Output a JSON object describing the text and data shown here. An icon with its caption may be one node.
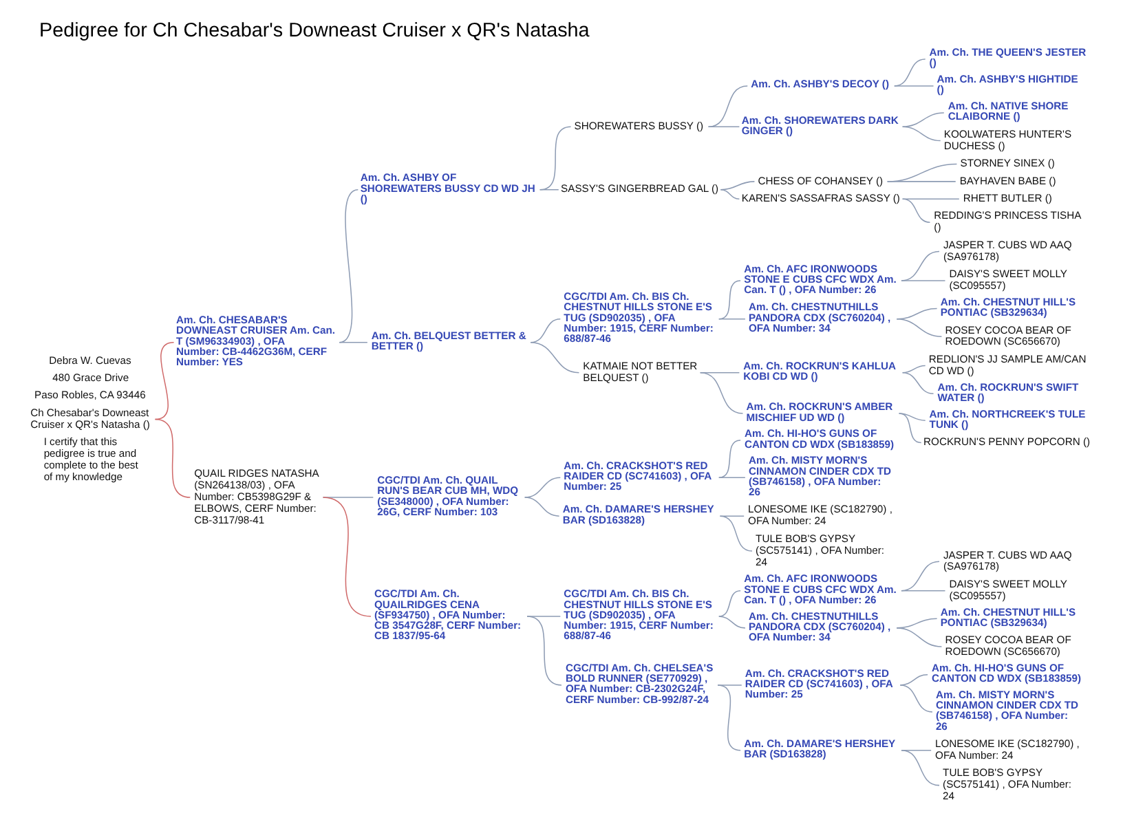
{
  "diagram": {
    "title": "Pedigree for Ch Chesabar's Downeast Cruiser x QR's Natasha",
    "nodes": [
      {
        "text": [
          "Am. Ch. THE QUEEN'S JESTER ()"
        ]
      },
      {
        "text": [
          "Am. Ch. ASHBY'S DECOY ()"
        ]
      },
      {
        "text": [
          "Am. Ch. ASHBY'S HIGHTIDE ()"
        ]
      },
      {
        "text": [
          "SHOREWATERS BUSSY ()"
        ]
      },
      {
        "text": [
          "Am. Ch. NATIVE SHORE CLAIBORNE ()"
        ]
      },
      {
        "text": [
          "Am. Ch. SHOREWATERS DARK GINGER ()"
        ]
      },
      {
        "text": [
          "KOOLWATERS HUNTER'S DUCHESS ()"
        ]
      },
      {
        "text": [
          "Am. Ch. ASHBY OF SHOREWATERS BUSSY CD WD JH ()"
        ]
      },
      {
        "text": [
          "STORNEY SINEX ()"
        ]
      },
      {
        "text": [
          "CHESS OF COHANSEY ()"
        ]
      },
      {
        "text": [
          "BAYHAVEN BABE ()"
        ]
      },
      {
        "text": [
          "SASSY'S GINGERBREAD GAL ()"
        ]
      },
      {
        "text": [
          "RHETT BUTLER ()"
        ]
      },
      {
        "text": [
          "KAREN'S SASSAFRAS SASSY ()"
        ]
      },
      {
        "text": [
          "REDDING'S PRINCESS TISHA ()"
        ]
      },
      {
        "text": [
          "Am. Ch. CHESABAR'S DOWNEAST CRUISER Am. Can. T (SM96334903) , OFA Number: CB-4462G36M, CERF Number: YES"
        ]
      },
      {
        "text": [
          "JASPER T. CUBS WD AAQ (SA976178)"
        ]
      },
      {
        "text": [
          "Am. Ch. AFC IRONWOODS STONE E CUBS CFC WDX Am. Can. T () , OFA Number: 26"
        ]
      },
      {
        "text": [
          "DAISY'S SWEET MOLLY (SC095557)"
        ]
      },
      {
        "text": [
          "CGC/TDI Am. Ch. BIS Ch. CHESTNUT HILLS STONE E'S TUG (SD902035) , OFA Number: 1915, CERF Number: 688/87-46"
        ]
      },
      {
        "text": [
          "Am. Ch. CHESTNUT HILL'S PONTIAC (SB329634)"
        ]
      },
      {
        "text": [
          "Am. Ch. CHESTNUTHILLS PANDORA CDX (SC760204) , OFA Number: 34"
        ]
      },
      {
        "text": [
          "ROSEY COCOA BEAR OF ROEDOWN (SC656670)"
        ]
      },
      {
        "text": [
          "Am. Ch. BELQUEST BETTER & BETTER ()"
        ]
      },
      {
        "text": [
          "REDLION'S JJ SAMPLE AM/CAN CD WD ()"
        ]
      },
      {
        "text": [
          "Am. Ch. ROCKRUN'S KAHLUA KOBI CD WD ()"
        ]
      },
      {
        "text": [
          "Am. Ch. ROCKRUN'S SWIFT WATER ()"
        ]
      },
      {
        "text": [
          "KATMAIE NOT BETTER BELQUEST ()"
        ]
      },
      {
        "text": [
          "Am. Ch. NORTHCREEK'S TULE TUNK ()"
        ]
      },
      {
        "text": [
          "Am. Ch. ROCKRUN'S AMBER MISCHIEF UD WD ()"
        ]
      },
      {
        "text": [
          "ROCKRUN'S PENNY POPCORN ()"
        ]
      },
      {
        "text": [
          "Ch Chesabar's Downeast Cruiser x QR's Natasha ()"
        ]
      },
      {
        "text": [
          "Am. Ch. HI-HO'S GUNS OF CANTON CD WDX (SB183859)"
        ]
      },
      {
        "text": [
          "Am. Ch. CRACKSHOT'S RED RAIDER CD (SC741603) , OFA Number: 25"
        ]
      },
      {
        "text": [
          "Am. Ch. MISTY MORN'S CINNAMON CINDER CDX TD (SB746158) , OFA Number: 26"
        ]
      },
      {
        "text": [
          "CGC/TDI Am. Ch. QUAIL RUN'S BEAR CUB MH, WDQ (SE348000) , OFA Number: 26G, CERF Number: 103"
        ]
      },
      {
        "text": [
          "LONESOME IKE (SC182790) , OFA Number: 24"
        ]
      },
      {
        "text": [
          "Am. Ch. DAMARE'S HERSHEY BAR (SD163828)"
        ]
      },
      {
        "text": [
          "TULE BOB'S GYPSY (SC575141) , OFA Number: 24"
        ]
      },
      {
        "text": [
          "QUAIL RIDGES NATASHA (SN264138/03) , OFA Number: CB5398G29F & ELBOWS, CERF Number: CB-3117/98-41"
        ]
      },
      {
        "text": [
          "JASPER T. CUBS WD AAQ (SA976178)"
        ]
      },
      {
        "text": [
          "Am. Ch. AFC IRONWOODS STONE E CUBS CFC WDX Am. Can. T () , OFA Number: 26"
        ]
      },
      {
        "text": [
          "DAISY'S SWEET MOLLY (SC095557)"
        ]
      },
      {
        "text": [
          "CGC/TDI Am. Ch. BIS Ch. CHESTNUT HILLS STONE E'S TUG (SD902035) , OFA Number: 1915, CERF Number: 688/87-46"
        ]
      },
      {
        "text": [
          "Am. Ch. CHESTNUT HILL'S PONTIAC (SB329634)"
        ]
      },
      {
        "text": [
          "Am. Ch. CHESTNUTHILLS PANDORA CDX (SC760204) , OFA Number: 34"
        ]
      },
      {
        "text": [
          "ROSEY COCOA BEAR OF ROEDOWN (SC656670)"
        ]
      },
      {
        "text": [
          "CGC/TDI Am. Ch. QUAILRIDGES CENA (SF934750) , OFA Number: CB 3547G28F, CERF Number: CB 1837/95-64"
        ]
      },
      {
        "text": [
          "Am. Ch. HI-HO'S GUNS OF CANTON CD WDX (SB183859)"
        ]
      },
      {
        "text": [
          "Am. Ch. CRACKSHOT'S RED RAIDER CD (SC741603) , OFA Number: 25"
        ]
      },
      {
        "text": [
          "Am. Ch. MISTY MORN'S CINNAMON CINDER CDX TD (SB746158) , OFA Number: 26"
        ]
      },
      {
        "text": [
          "CGC/TDI Am. Ch. CHELSEA'S BOLD RUNNER (SE770929) , OFA Number: CB-2302G24F, CERF Number: CB-992/87-24"
        ]
      },
      {
        "text": [
          "LONESOME IKE (SC182790) , OFA Number: 24"
        ]
      },
      {
        "text": [
          "Am. Ch. DAMARE'S HERSHEY BAR (SD163828)"
        ]
      },
      {
        "text": [
          "TULE BOB'S GYPSY (SC575141) , OFA Number: 24"
        ]
      }
    ],
    "edges": [
      {
        "from": 31,
        "to": 15,
        "arrow": "none",
        "color": "#d06a6a"
      },
      {
        "from": 31,
        "to": 39,
        "arrow": "none",
        "color": "#d06a6a"
      },
      {
        "from": 15,
        "to": 7,
        "arrow": "none"
      },
      {
        "from": 15,
        "to": 23,
        "arrow": "none"
      },
      {
        "from": 7,
        "to": 3,
        "arrow": "none"
      },
      {
        "from": 7,
        "to": 11,
        "arrow": "none"
      },
      {
        "from": 3,
        "to": 1,
        "arrow": "none"
      },
      {
        "from": 3,
        "to": 5,
        "arrow": "none"
      },
      {
        "from": 1,
        "to": 0,
        "arrow": "none"
      },
      {
        "from": 1,
        "to": 2,
        "arrow": "none"
      },
      {
        "from": 5,
        "to": 4,
        "arrow": "none"
      },
      {
        "from": 5,
        "to": 6,
        "arrow": "none"
      },
      {
        "from": 11,
        "to": 9,
        "arrow": "none"
      },
      {
        "from": 11,
        "to": 13,
        "arrow": "none"
      },
      {
        "from": 9,
        "to": 8,
        "arrow": "none"
      },
      {
        "from": 9,
        "to": 10,
        "arrow": "none"
      },
      {
        "from": 13,
        "to": 12,
        "arrow": "none"
      },
      {
        "from": 13,
        "to": 14,
        "arrow": "none"
      },
      {
        "from": 23,
        "to": 19,
        "arrow": "none"
      },
      {
        "from": 23,
        "to": 27,
        "arrow": "none"
      },
      {
        "from": 19,
        "to": 17,
        "arrow": "none"
      },
      {
        "from": 19,
        "to": 21,
        "arrow": "none"
      },
      {
        "from": 17,
        "to": 16,
        "arrow": "none"
      },
      {
        "from": 17,
        "to": 18,
        "arrow": "none"
      },
      {
        "from": 21,
        "to": 20,
        "arrow": "none"
      },
      {
        "from": 21,
        "to": 22,
        "arrow": "none"
      },
      {
        "from": 27,
        "to": 25,
        "arrow": "none"
      },
      {
        "from": 27,
        "to": 29,
        "arrow": "none"
      },
      {
        "from": 25,
        "to": 24,
        "arrow": "none"
      },
      {
        "from": 25,
        "to": 26,
        "arrow": "none"
      },
      {
        "from": 29,
        "to": 28,
        "arrow": "none"
      },
      {
        "from": 29,
        "to": 30,
        "arrow": "none"
      },
      {
        "from": 39,
        "to": 35,
        "arrow": "none"
      },
      {
        "from": 39,
        "to": 47,
        "arrow": "none",
        "color": "#d06a6a"
      },
      {
        "from": 35,
        "to": 33,
        "arrow": "none"
      },
      {
        "from": 35,
        "to": 37,
        "arrow": "none"
      },
      {
        "from": 33,
        "to": 32,
        "arrow": "none"
      },
      {
        "from": 33,
        "to": 34,
        "arrow": "none"
      },
      {
        "from": 37,
        "to": 36,
        "arrow": "none"
      },
      {
        "from": 37,
        "to": 38,
        "arrow": "none"
      },
      {
        "from": 47,
        "to": 43,
        "arrow": "none"
      },
      {
        "from": 47,
        "to": 51,
        "arrow": "none"
      },
      {
        "from": 43,
        "to": 41,
        "arrow": "none"
      },
      {
        "from": 43,
        "to": 45,
        "arrow": "none"
      },
      {
        "from": 41,
        "to": 40,
        "arrow": "none"
      },
      {
        "from": 41,
        "to": 42,
        "arrow": "none"
      },
      {
        "from": 45,
        "to": 44,
        "arrow": "none"
      },
      {
        "from": 45,
        "to": 46,
        "arrow": "none"
      },
      {
        "from": 51,
        "to": 49,
        "arrow": "none"
      },
      {
        "from": 51,
        "to": 53,
        "arrow": "none"
      },
      {
        "from": 49,
        "to": 48,
        "arrow": "none"
      },
      {
        "from": 49,
        "to": 50,
        "arrow": "none"
      },
      {
        "from": 53,
        "to": 52,
        "arrow": "none"
      },
      {
        "from": 53,
        "to": 54,
        "arrow": "none"
      }
    ],
    "labels": [
      "Debra W. Cuevas",
      "480 Grace Drive",
      "Paso Robles, CA 93446",
      "I certify that this pedigree is true and complete to the best of my knowledge"
    ]
  }
}
